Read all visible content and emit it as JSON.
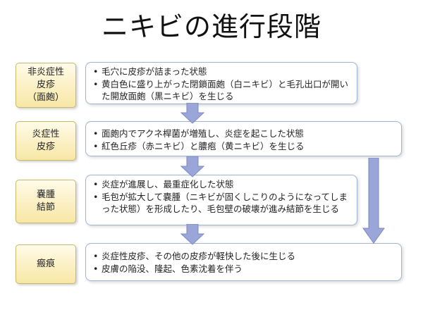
{
  "title": "ニキビの進行段階",
  "stages": [
    {
      "label_lines": [
        "非炎症性",
        "皮疹",
        "（面皰）"
      ],
      "items": [
        "毛穴に皮疹が詰まった状態",
        "黄白色に盛り上がった閉鎖面皰（白ニキビ）と毛孔出口が開いた開放面皰（黒ニキビ）を生じる"
      ]
    },
    {
      "label_lines": [
        "炎症性",
        "皮疹"
      ],
      "items": [
        "面皰内でアクネ桿菌が増殖し、炎症を起こした状態",
        "紅色丘疹（赤ニキビ）と膿疱（黄ニキビ）を生じる"
      ]
    },
    {
      "label_lines": [
        "嚢腫",
        "結節"
      ],
      "items": [
        "炎症が進展し、最重症化した状態",
        "毛包が拡大して嚢腫（ニキビが固くしこりのようになってしまった状態）を形成したり、毛包壁の破壊が進み結節を生じる"
      ]
    },
    {
      "label_lines": [
        "瘢痕"
      ],
      "items": [
        "炎症性皮疹、その他の皮疹が軽快した後に生じる",
        "皮膚の陥没、隆起、色素沈着を伴う"
      ]
    }
  ],
  "colors": {
    "label_fill_top": "#fffbe8",
    "label_fill_bottom": "#f8e7a5",
    "label_border": "#c9b76b",
    "desc_border": "#9db5d6",
    "arrow_fill": "#9aa6d8",
    "arrow_stroke": "#7c89c4"
  }
}
